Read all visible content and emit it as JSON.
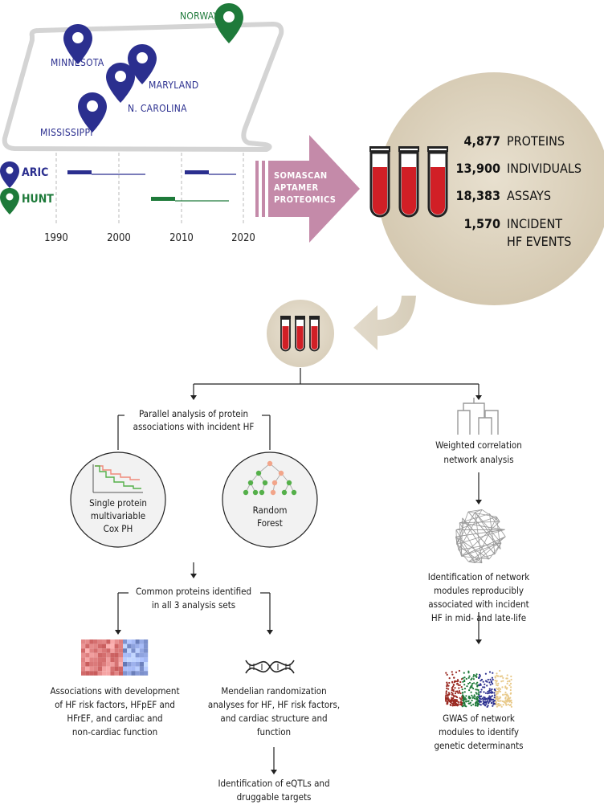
{
  "map": {
    "states": {
      "minnesota": "MINNESOTA",
      "maryland": "MARYLAND",
      "north_carolina": "N. CAROLINA",
      "mississippi": "MISSISSIPPI"
    },
    "norway": "NORWAY"
  },
  "cohorts": {
    "aric": "ARIC",
    "hunt": "HUNT",
    "colors": {
      "aric": "#2b2f8f",
      "hunt": "#1e7a3a"
    }
  },
  "timeline": {
    "years": [
      "1990",
      "2000",
      "2010",
      "2020"
    ]
  },
  "platform_arrow": {
    "line1": "SOMASCAN",
    "line2": "APTAMER",
    "line3": "PROTEOMICS"
  },
  "stats": [
    {
      "number": "4,877",
      "label": "PROTEINS",
      "label2": ""
    },
    {
      "number": "13,900",
      "label": "INDIVIDUALS",
      "label2": ""
    },
    {
      "number": "18,383",
      "label": "ASSAYS",
      "label2": ""
    },
    {
      "number": "1,570",
      "label": "INCIDENT",
      "label2": "HF EVENTS"
    }
  ],
  "flow": {
    "parallel": {
      "line1": "Parallel analysis of protein",
      "line2": "associations with incident HF"
    },
    "cox": {
      "line1": "Single protein",
      "line2": "multivariable",
      "line3": "Cox PH"
    },
    "rf": {
      "line1": "Random",
      "line2": "Forest"
    },
    "common": {
      "line1": "Common proteins identified",
      "line2": "in all 3 analysis sets"
    },
    "assoc": {
      "line1": "Associations with development",
      "line2": "of HF risk factors, HFpEF and",
      "line3": "HFrEF, and cardiac and",
      "line4": "non-cardiac function"
    },
    "mr": {
      "line1": "Mendelian randomization",
      "line2": "analyses for HF, HF risk factors,",
      "line3": "and cardiac structure and",
      "line4": "function"
    },
    "eqtl": {
      "line1": "Identification of eQTLs and",
      "line2": "druggable targets"
    },
    "wgcna": {
      "line1": "Weighted correlation",
      "line2": "network analysis"
    },
    "modules": {
      "line1": "Identification of network",
      "line2": "modules reproducibly",
      "line3": "associated with incident",
      "line4": "HF in mid- and late-life"
    },
    "gwas": {
      "line1": "GWAS of network",
      "line2": "modules to identify",
      "line3": "genetic determinants"
    }
  },
  "colors": {
    "tube_red": "#d11f26",
    "arrow_pink": "#c48aa9",
    "circle_beige": "#ddd3c0"
  }
}
